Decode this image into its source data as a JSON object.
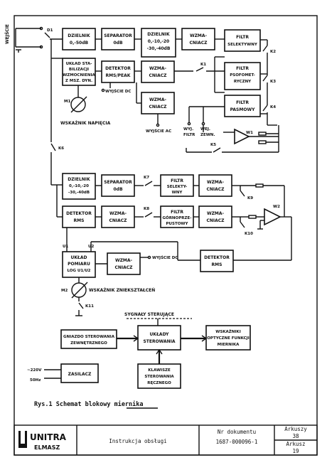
{
  "blocks": {
    "wejscie": "WEJŚCIE",
    "d1": "D1",
    "dzielnik1": [
      "DZIELNIK",
      "0,-50dB"
    ],
    "separator1": [
      "SEPARATOR",
      "0dB"
    ],
    "dzielnik2": [
      "DZIELNIK",
      "0,-10,-20",
      "-30,-40dB"
    ],
    "wzm1": [
      "WZMA-",
      "CNIACZ"
    ],
    "filtr_sel1": [
      "FILTR",
      "SELEKTYWNY"
    ],
    "uklad_stab": [
      "UKŁAD STA-",
      "BILIZACJI",
      "WZMOCNIENIA",
      "Z MSZ. DYN."
    ],
    "detektor_peak": [
      "DETEKTOR",
      "RMS/PEAK"
    ],
    "wzm2": [
      "WZMA-",
      "CNIACZ"
    ],
    "filtr_psof": [
      "FILTR",
      "PSOFOMET-",
      "RYCZNY"
    ],
    "wzm3": [
      "WZMA-",
      "CNIACZ"
    ],
    "filtr_pasm": [
      "FILTR",
      "PASMOWY"
    ],
    "wyjscie_dc1": "WYJŚCIE DC",
    "wyjscie_ac": "WYJŚCIE AC",
    "wskaznik_napiecia": "WSKAŹNIK NAPIĘCIA",
    "wyj_filtr": [
      "WYJ.",
      "FILTR",
      "WEJ.",
      "ZEWN."
    ],
    "dzielnik3": [
      "DZIELNIK",
      "0,-10,-20",
      "-30,-40dB"
    ],
    "separator2": [
      "SEPARATOR",
      "0dB"
    ],
    "filtr_sel2": [
      "FILTR",
      "SELEKTY-",
      "WNY"
    ],
    "wzm4": [
      "WZMA-",
      "CNIACZ"
    ],
    "detektor_rms1": [
      "DETEKTOR",
      "RMS"
    ],
    "wzm5": [
      "WZMA-",
      "CNIACZ"
    ],
    "filtr_gorno": [
      "FILTR",
      "GÓRNOPRZE-",
      "PUSTOWY"
    ],
    "wzm6": [
      "WZMA-",
      "CNIACZ"
    ],
    "uklad_pomiaru": [
      "UKŁAD",
      "POMIARU",
      "LOG U1/U2"
    ],
    "wzm7": [
      "WZMA-",
      "CNIACZ"
    ],
    "wyjscie_dc2": "WYJŚCIE DC",
    "detektor_rms2": [
      "DETEKTOR",
      "RMS"
    ],
    "wskaznik_znieksztalcen": "WSKAŹNIK ZNIEKSZTAŁCEŃ",
    "sygnaly": "SYGNAŁY STERUJĄCE",
    "gniazdo": [
      "GNIAZDO STEROWANIA",
      "ZEWNĘTRZNEGO"
    ],
    "uklady_ster": [
      "UKŁADY",
      "STEROWANIA"
    ],
    "wskazniki": [
      "WSKAŹNIKI",
      "OPTYCZNE FUNKCJI",
      "MIERNIKA"
    ],
    "zasilacz": "ZASILACZ",
    "zasilanie": [
      "~220V",
      "50Hz"
    ],
    "klawisze": [
      "KLAWISZE",
      "STEROWANIA",
      "RĘCZNEGO"
    ]
  },
  "labels": {
    "k1": "K1",
    "k2": "K2",
    "k3": "K3",
    "k4": "K4",
    "k5": "K5",
    "k6": "K6",
    "k7": "K7",
    "k8": "K8",
    "k9": "K9",
    "k10": "K10",
    "k11": "K11",
    "m1": "M1",
    "m2": "M2",
    "w1": "W1",
    "w2": "W2",
    "u1": "U1",
    "u2": "U2"
  },
  "caption": "Rys.1 Schemat blokowy miernika",
  "footer": {
    "brand": "UNITRA",
    "brand_sub": "ELMASZ",
    "doc_title": "Instrukcja obsługi",
    "doc_no_label": "Nr dokumentu",
    "doc_no": "1687-000096-1",
    "sheets_label": "Arkuszy",
    "sheets": "38",
    "sheet_label": "Arkusz",
    "sheet": "19"
  }
}
